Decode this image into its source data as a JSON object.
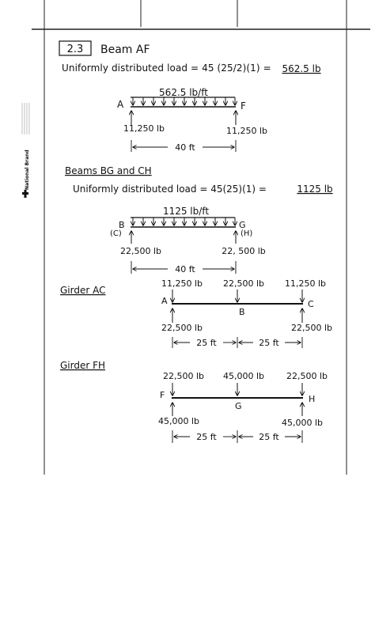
{
  "problem": {
    "number": "2.3",
    "title": "Beam AF"
  },
  "beam_af": {
    "eq": "Uniformly distributed load = 45 (25/2)(1) =",
    "frac_num": "25",
    "frac_den": "2",
    "result": "562.5 lb",
    "load_label": "562.5 lb/ft",
    "end_left": "A",
    "end_right": "F",
    "reaction_left": "11,250 lb",
    "reaction_right": "11,250 lb",
    "span": "40 ft"
  },
  "beams_bg_ch": {
    "heading": "Beams BG and CH",
    "eq": "Uniformly distributed load = 45(25)(1) =",
    "result": "1125 lb",
    "load_label": "1125 lb/ft",
    "end_left": "B",
    "end_left_alt": "(C)",
    "end_right": "G",
    "end_right_alt": "(H)",
    "reaction_left": "22,500 lb",
    "reaction_right": "22, 500 lb",
    "span": "40 ft"
  },
  "girder_ac": {
    "heading": "Girder AC",
    "load_left": "11,250 lb",
    "load_mid": "22,500 lb",
    "load_right": "11,250 lb",
    "node_left": "A",
    "node_mid": "B",
    "node_right": "C",
    "reaction_left": "22,500 lb",
    "reaction_right": "22,500 lb",
    "span_left": "25 ft",
    "span_right": "25 ft"
  },
  "girder_fh": {
    "heading": "Girder FH",
    "load_left": "22,500 lb",
    "load_mid": "45,000 lb",
    "load_right": "22,500 lb",
    "node_left": "F",
    "node_mid": "G",
    "node_right": "H",
    "reaction_left": "45,000 lb",
    "reaction_right": "45,000 lb",
    "span_left": "25 ft",
    "span_right": "25 ft"
  },
  "side_brand": "National Brand"
}
